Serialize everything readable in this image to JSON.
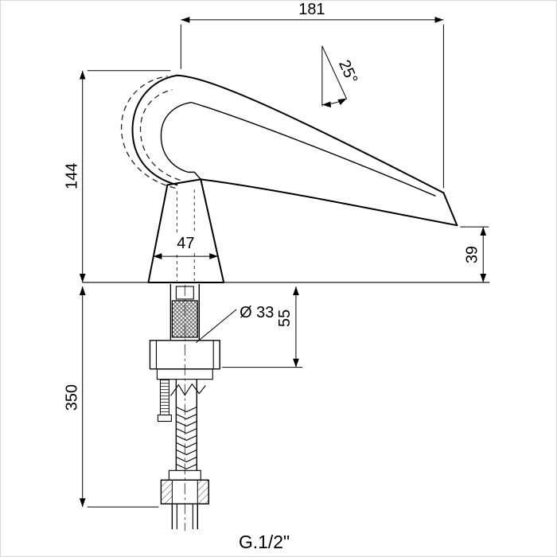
{
  "meta": {
    "kind": "technical-dimension-drawing",
    "subject": "single-lever waterfall basin mixer faucet, side elevation with under-counter connections",
    "colors": {
      "ink": "#000000",
      "background": "#ffffff"
    }
  },
  "dimensions": {
    "spout_reach": "181",
    "spout_angle": "25°",
    "total_height": "144",
    "body_width": "47",
    "spout_tip_height": "39",
    "hole_diameter": "Ø 33",
    "base_section_height": "55",
    "under_counter_height": "350",
    "thread_size": "G.1/2\""
  }
}
